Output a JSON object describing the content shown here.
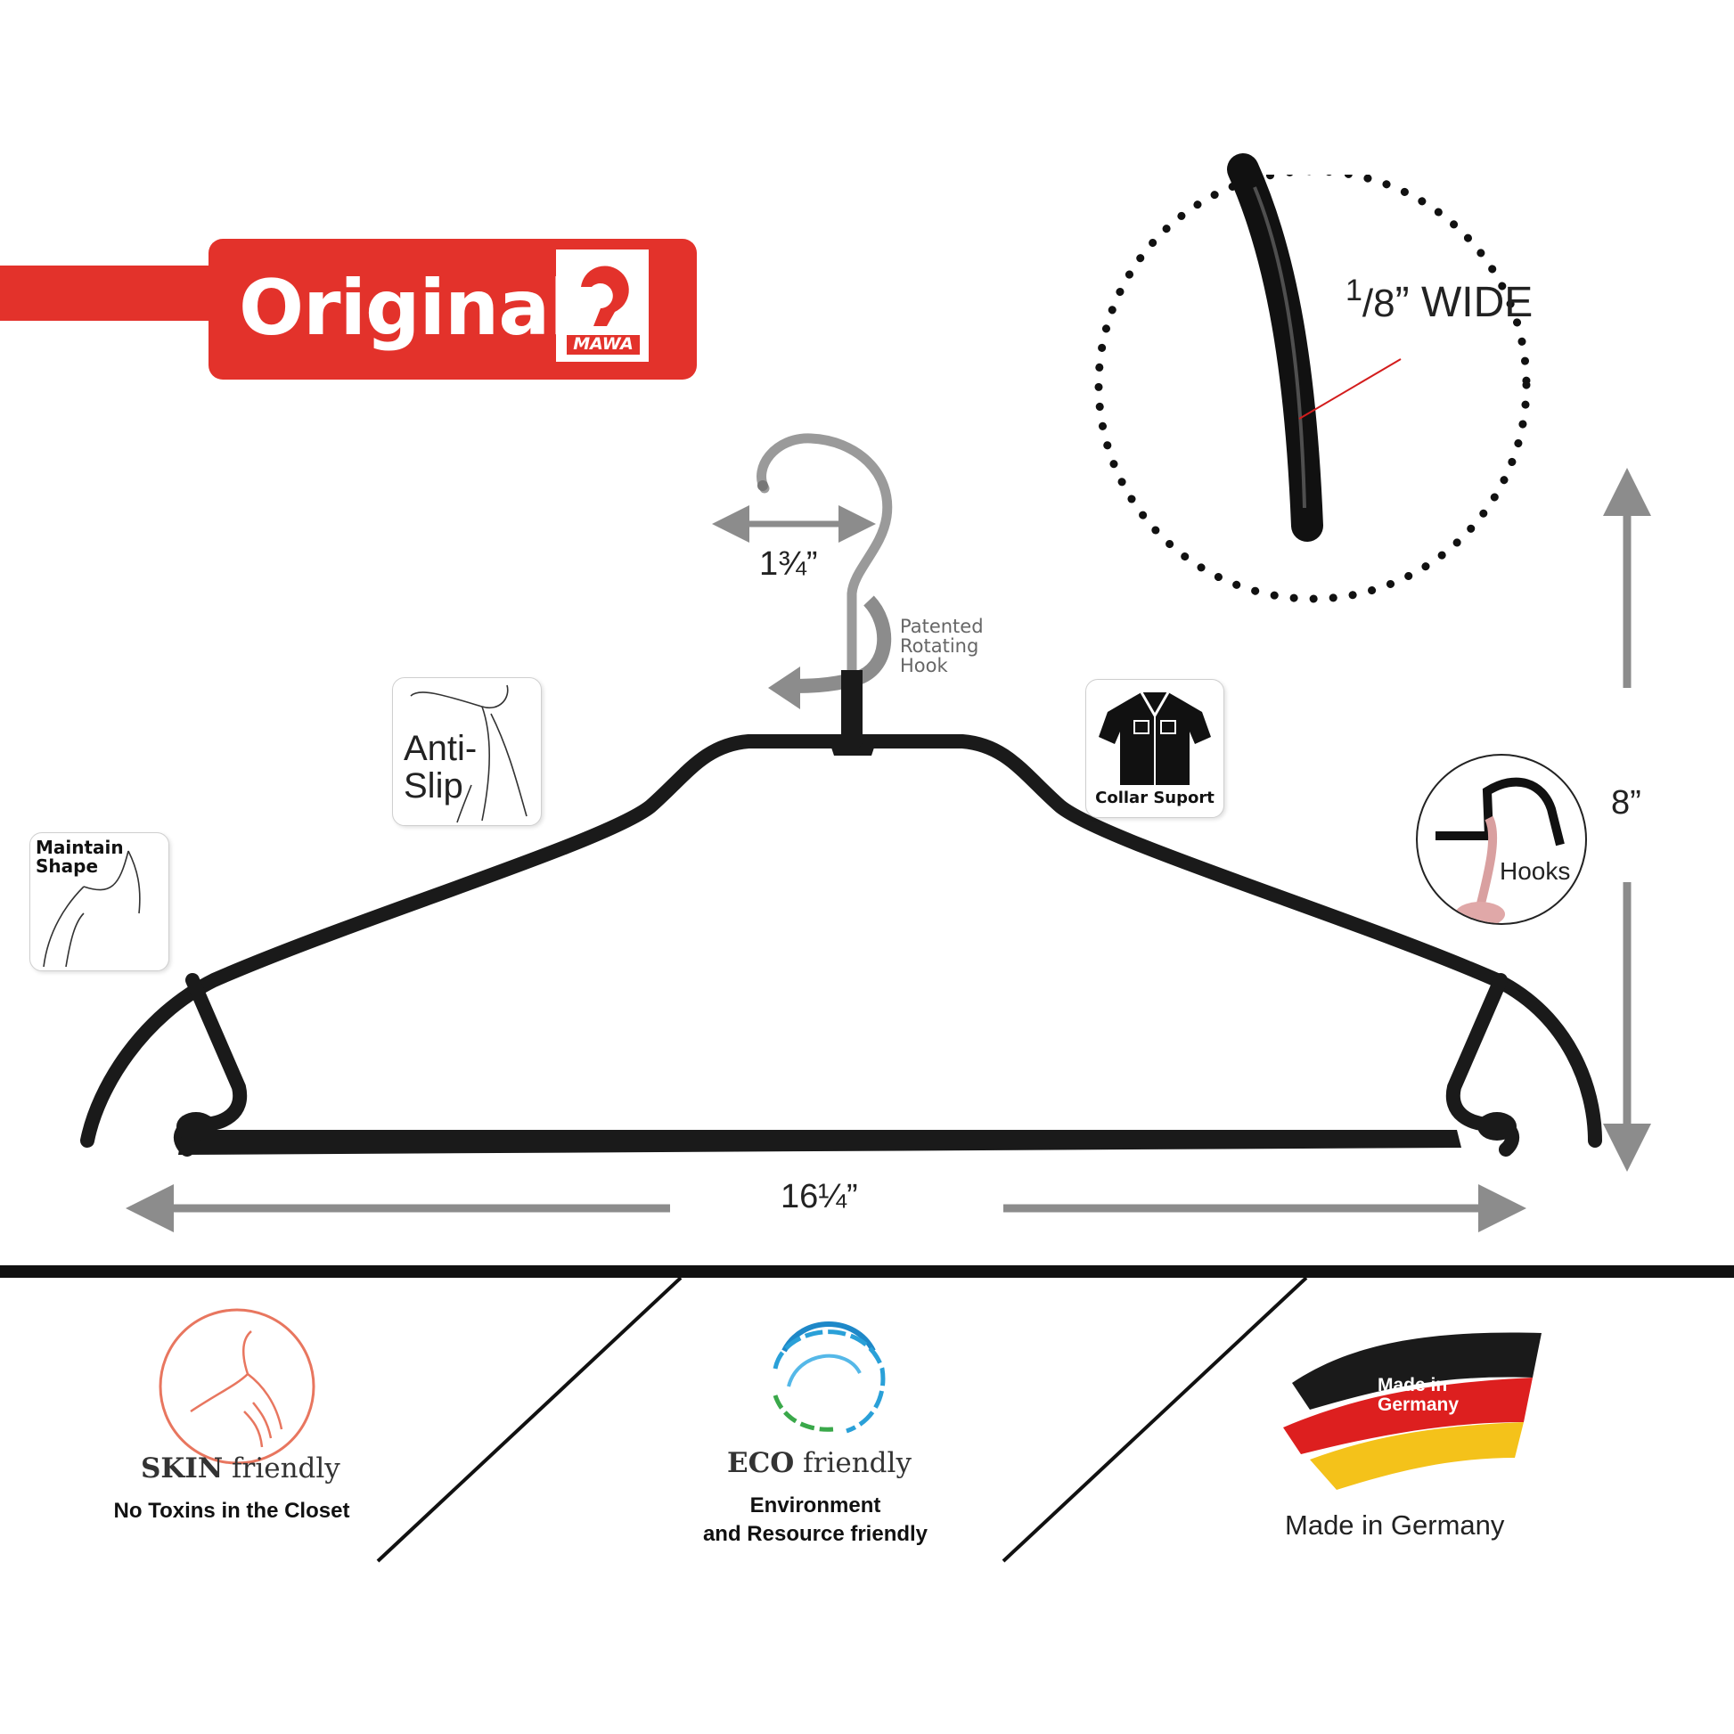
{
  "brand": {
    "badge_label": "Original",
    "logo_text": "MAWA",
    "colors": {
      "badge_red": "#e3322b",
      "hanger_black": "#1a1a1a",
      "arrow_gray": "#8c8c8c"
    }
  },
  "dimensions": {
    "hook_width": "1¾”",
    "length": "16¼”",
    "height": "8”",
    "wire_fraction_num": "1",
    "wire_fraction_den": "8",
    "wire_suffix": "” WIDE"
  },
  "callouts": {
    "rotating_hook": [
      "Patented",
      "Rotating",
      "Hook"
    ],
    "anti_slip": [
      "Anti-",
      "Slip"
    ],
    "maintain_shape": [
      "Maintain",
      "Shape"
    ],
    "collar_support": "Collar Suport",
    "hooks": "Hooks"
  },
  "features": [
    {
      "icon": "skin-friendly-icon",
      "title_bold": "SKIN",
      "title_rest": " friendly",
      "subtitle": "No Toxins in the Closet"
    },
    {
      "icon": "eco-friendly-icon",
      "title_bold": "ECO",
      "title_rest": " friendly",
      "subtitle_lines": [
        "Environment",
        "and Resource friendly"
      ]
    },
    {
      "icon": "germany-flag-icon",
      "flag_text": [
        "Made in",
        "Germany"
      ],
      "subtitle": "Made in Germany"
    }
  ]
}
